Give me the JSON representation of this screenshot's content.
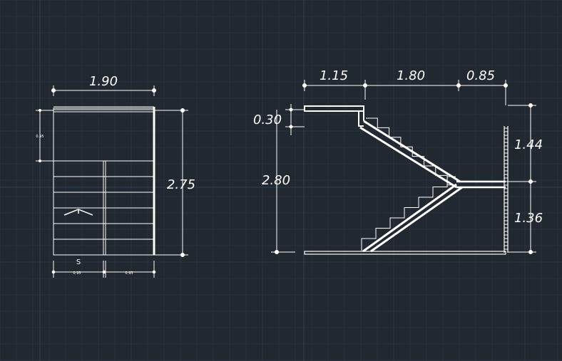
{
  "colors": {
    "background": "#212830",
    "grid_minor": "#2a323c",
    "grid_major": "#34404c",
    "lines": "#ffffff"
  },
  "plan": {
    "width_label": "1.90",
    "height_label": "2.75",
    "small_side_label": "0.95",
    "bottom_left_label": "0.93",
    "bottom_right_label": "0.93",
    "direction_label": "S"
  },
  "section": {
    "top_dims": [
      "1.15",
      "1.80",
      "0.85"
    ],
    "top_step_label": "0.30",
    "total_height_label": "2.80",
    "upper_height_label": "1.44",
    "lower_height_label": "1.36"
  }
}
